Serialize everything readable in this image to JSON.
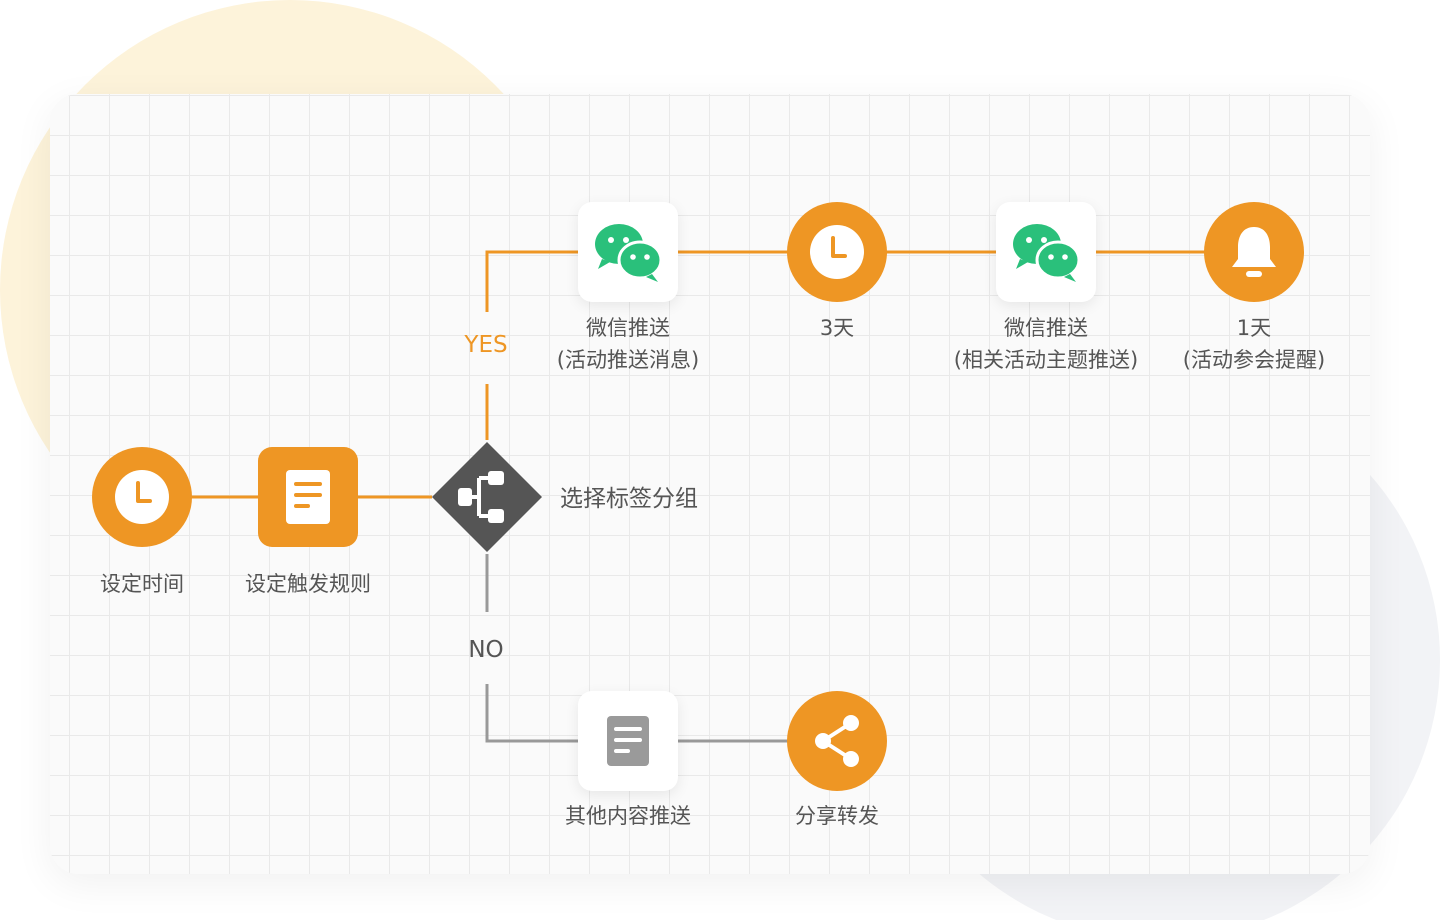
{
  "colors": {
    "accent": "#ee9624",
    "neutral": "#999999",
    "decision": "#555555",
    "wechat": "#2ac07b",
    "doc_grey": "#9a9a9a"
  },
  "nodes": {
    "set_time": {
      "label": "设定时间",
      "icon": "clock-icon"
    },
    "set_rules": {
      "label": "设定触发规则",
      "icon": "document-icon"
    },
    "select_group": {
      "label": "选择标签分组",
      "icon": "branch-icon"
    },
    "wechat_push_1": {
      "line1": "微信推送",
      "line2": "(活动推送消息)",
      "icon": "wechat-icon"
    },
    "wait_3": {
      "label": "3天",
      "icon": "clock-icon"
    },
    "wechat_push_2": {
      "line1": "微信推送",
      "line2": "(相关活动主题推送)",
      "icon": "wechat-icon"
    },
    "reminder": {
      "line1": "1天",
      "line2": "(活动参会提醒)",
      "icon": "bell-icon"
    },
    "other_push": {
      "label": "其他内容推送",
      "icon": "document-icon"
    },
    "share": {
      "label": "分享转发",
      "icon": "share-icon"
    }
  },
  "branches": {
    "yes": "YES",
    "no": "NO"
  }
}
